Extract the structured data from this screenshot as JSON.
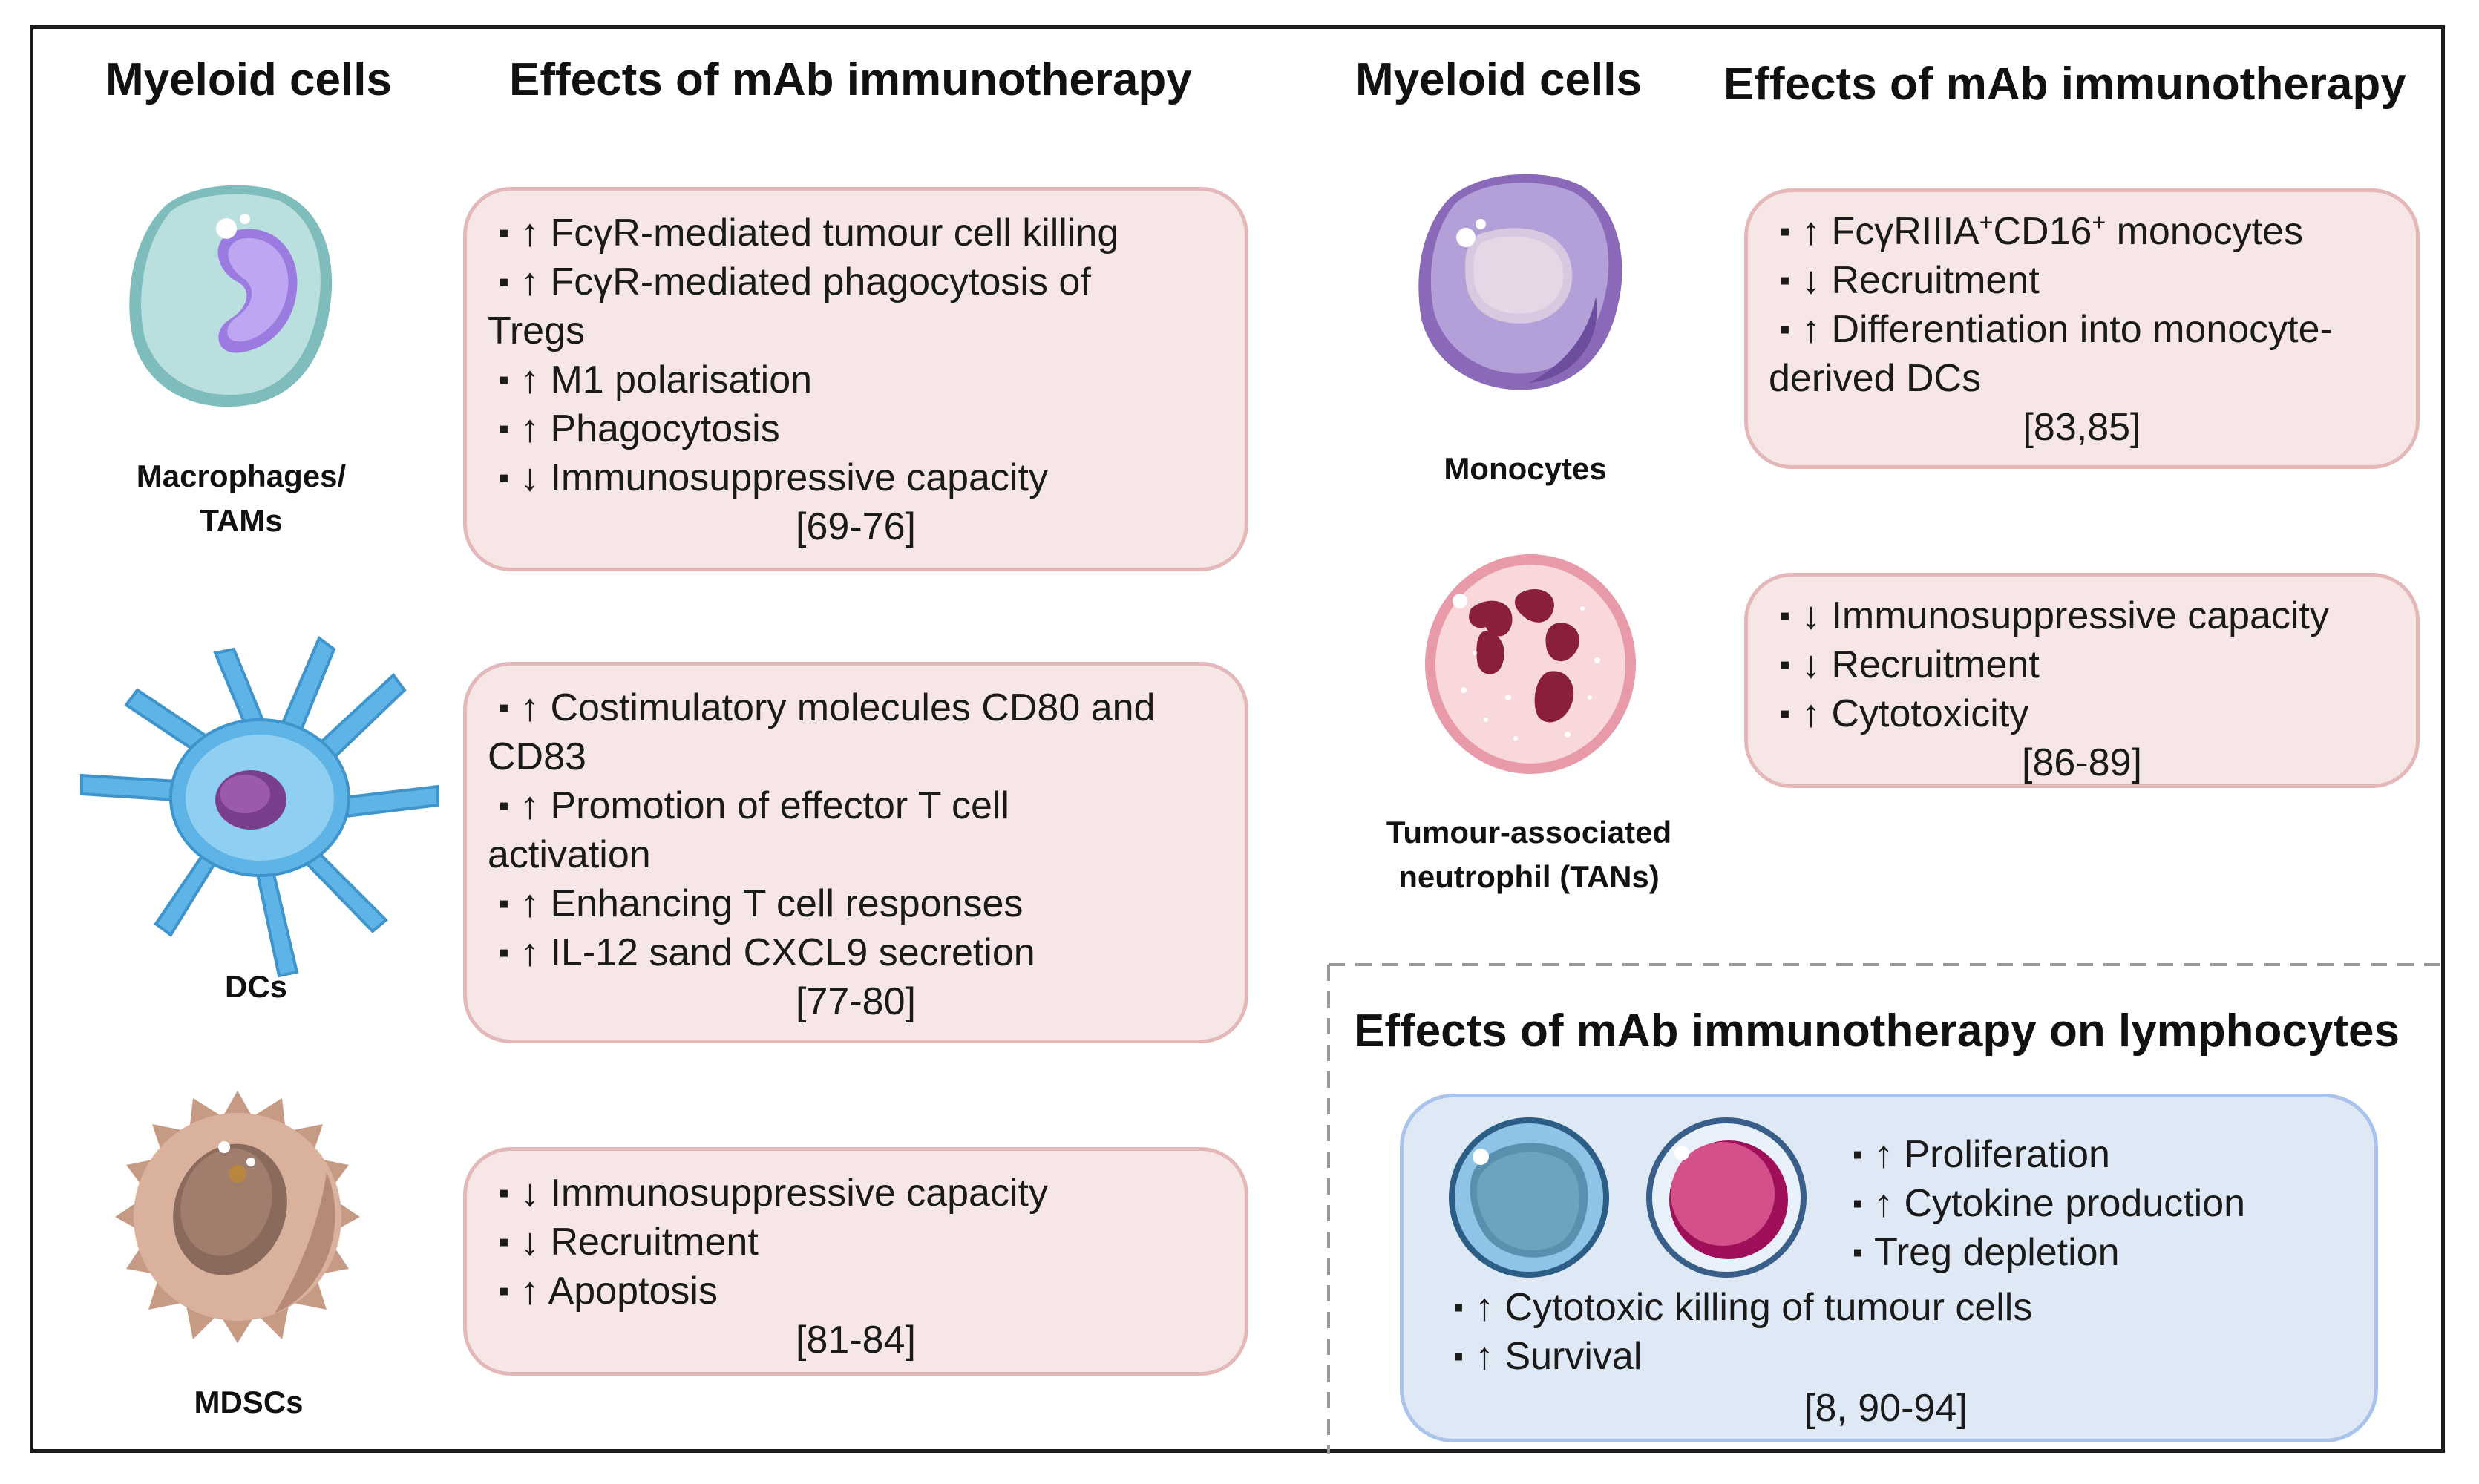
{
  "headers": {
    "left_cells": "Myeloid cells",
    "left_effects": "Effects of mAb immunotherapy",
    "right_cells": "Myeloid cells",
    "right_effects": "Effects of mAb immunotherapy",
    "lymphocytes": "Effects of mAb immunotherapy on lymphocytes"
  },
  "cells": {
    "macrophages": {
      "line1": "Macrophages/",
      "line2": "TAMs"
    },
    "dcs": "DCs",
    "mdscs": "MDSCs",
    "monocytes": "Monocytes",
    "tans": {
      "line1": "Tumour-associated",
      "line2": "neutrophil (TANs)"
    }
  },
  "boxes": {
    "macrophages": {
      "items": [
        "↑ FcγR-mediated tumour cell killing",
        "↑ FcγR-mediated phagocytosis of",
        "Tregs",
        "↑ M1 polarisation",
        "↑ Phagocytosis",
        "↓ Immunosuppressive capacity"
      ],
      "ref": "[69-76]"
    },
    "dcs": {
      "items": [
        "↑ Costimulatory molecules CD80 and",
        "CD83",
        "↑ Promotion of effector T cell",
        "activation",
        "↑ Enhancing T cell responses",
        "↑ IL-12 sand CXCL9 secretion"
      ],
      "ref": "[77-80]"
    },
    "mdscs": {
      "items": [
        "↓ Immunosuppressive capacity",
        "↓ Recruitment",
        "↑ Apoptosis"
      ],
      "ref": "[81-84]"
    },
    "monocytes": {
      "item1_prefix": "↑ FcγRIIIA",
      "item1_sup1": "+",
      "item1_mid": "CD16",
      "item1_sup2": "+",
      "item1_suffix": " monocytes",
      "items": [
        "↓ Recruitment",
        "↑ Differentiation into monocyte-",
        "derived DCs"
      ],
      "ref": "[83,85]"
    },
    "tans": {
      "items": [
        "↓ Immunosuppressive capacity",
        "↓ Recruitment",
        "↑ Cytotoxicity"
      ],
      "ref": "[86-89]"
    },
    "lymphocytes": {
      "items_right": [
        "↑ Proliferation",
        "↑ Cytokine production",
        "Treg depletion"
      ],
      "items_bottom": [
        "↑ Cytotoxic killing of tumour cells",
        "↑ Survival"
      ],
      "ref": "[8, 90-94]"
    }
  },
  "bullet": "▪",
  "colors": {
    "effect_box_fill": "#f7e6e6",
    "effect_box_border": "#e4b8b8",
    "lymph_box_fill": "#dfe9f5",
    "lymph_box_border": "#a9c3ec"
  }
}
